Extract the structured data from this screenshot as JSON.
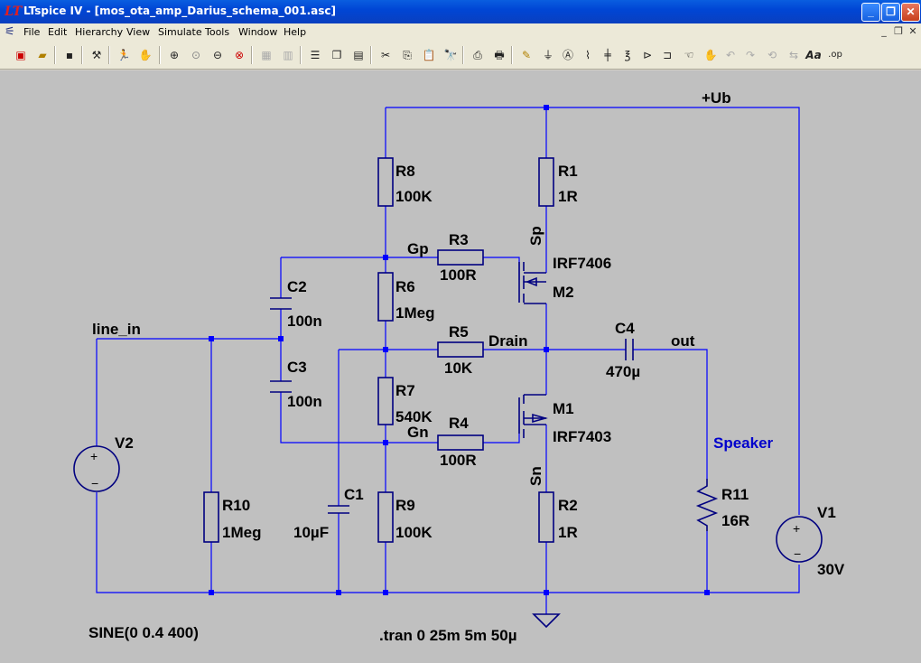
{
  "window": {
    "app_name": "LTspice IV",
    "title": "LTspice IV - [mos_ota_amp_Darius_schema_001.asc]"
  },
  "menu": {
    "items": [
      "File",
      "Edit",
      "Hierarchy",
      "View",
      "Simulate",
      "Tools",
      "Window",
      "Help"
    ]
  },
  "toolbar": {
    "buttons": [
      "new-schematic-icon",
      "open-icon",
      "save-icon",
      "control-panel-icon",
      "run-icon",
      "halt-icon",
      "zoom-in-icon",
      "zoom-pan-icon",
      "zoom-out-icon",
      "zoom-cancel-icon",
      "autorange-icon",
      "vertical-autorange-icon",
      "tile-horizontal-icon",
      "cascade-icon",
      "tile-vertical-icon",
      "cut-icon",
      "copy-icon",
      "paste-icon",
      "find-icon",
      "print-preview-icon",
      "print-icon",
      "draw-wire-icon",
      "ground-icon",
      "label-net-icon",
      "resistor-icon",
      "capacitor-icon",
      "inductor-icon",
      "diode-icon",
      "component-icon",
      "move-icon",
      "drag-icon",
      "undo-icon",
      "redo-icon",
      "rotate-icon",
      "mirror-icon",
      "text-icon",
      "spice-directive-icon"
    ],
    "text_label": "Aa",
    "op_label": ".op"
  },
  "schematic": {
    "nets": {
      "supply": "+Ub",
      "input": "line_in",
      "gate_p": "Gp",
      "gate_n": "Gn",
      "drain": "Drain",
      "output": "out",
      "source_p": "Sp",
      "source_n": "Sn"
    },
    "components": [
      {
        "ref": "R8",
        "value": "100K"
      },
      {
        "ref": "R1",
        "value": "1R"
      },
      {
        "ref": "R3",
        "value": "100R"
      },
      {
        "ref": "M2",
        "value": "IRF7406"
      },
      {
        "ref": "C2",
        "value": "100n"
      },
      {
        "ref": "R6",
        "value": "1Meg"
      },
      {
        "ref": "R5",
        "value": "10K"
      },
      {
        "ref": "C4",
        "value": "470µ"
      },
      {
        "ref": "C3",
        "value": "100n"
      },
      {
        "ref": "R7",
        "value": "540K"
      },
      {
        "ref": "R4",
        "value": "100R"
      },
      {
        "ref": "M1",
        "value": "IRF7403"
      },
      {
        "ref": "V2",
        "value": ""
      },
      {
        "ref": "R10",
        "value": "1Meg"
      },
      {
        "ref": "C1",
        "value": "10µF"
      },
      {
        "ref": "R9",
        "value": "100K"
      },
      {
        "ref": "R2",
        "value": "1R"
      },
      {
        "ref": "R11",
        "value": "16R"
      },
      {
        "ref": "V1",
        "value": "30V"
      }
    ],
    "speaker_label": "Speaker",
    "source_directive": "SINE(0 0.4 400)",
    "tran_directive": ".tran 0 25m 5m 50µ"
  },
  "colors": {
    "wire": "#0000ff",
    "component": "#000080",
    "background": "#c0c0c0",
    "speaker_text": "#0000cc"
  }
}
